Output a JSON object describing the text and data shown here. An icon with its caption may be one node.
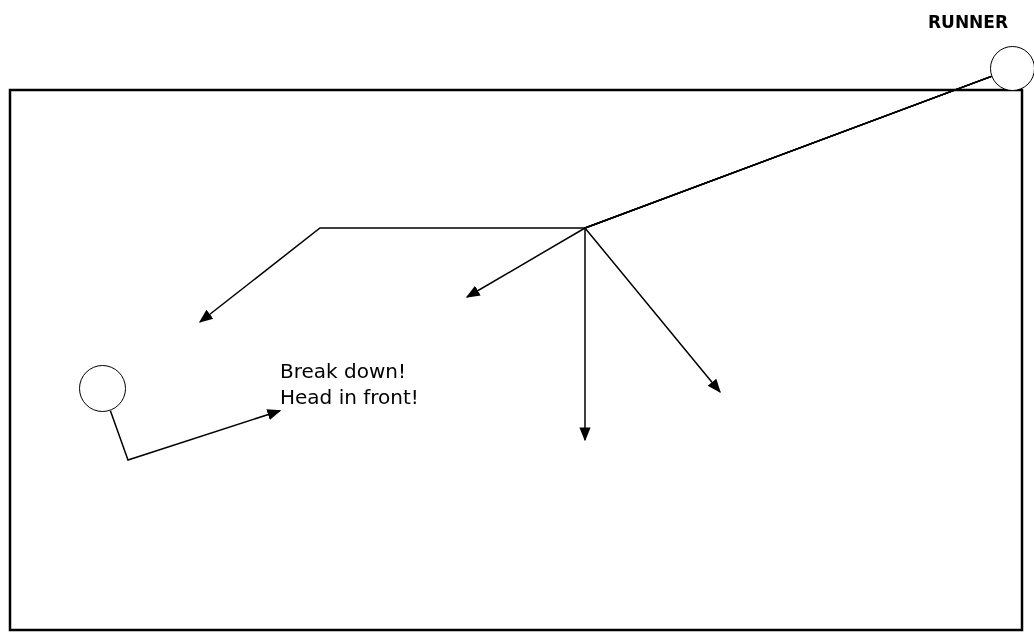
{
  "diagram": {
    "nodes": [
      {
        "text": [],
        "shape": "circle",
        "beside": [
          "RUNNER"
        ]
      },
      {
        "text": [],
        "shape": "circle"
      },
      {
        "text": [
          "Break down! Head in front!"
        ]
      }
    ],
    "edges": [
      {
        "from": 0,
        "to": null,
        "arrow": "to"
      },
      {
        "from": 0,
        "to": null,
        "arrow": "to"
      },
      {
        "from": 0,
        "to": null,
        "arrow": "to"
      },
      {
        "from": 0,
        "to": null,
        "arrow": "to"
      },
      {
        "from": 1,
        "to": 2,
        "arrow": "to"
      }
    ]
  }
}
